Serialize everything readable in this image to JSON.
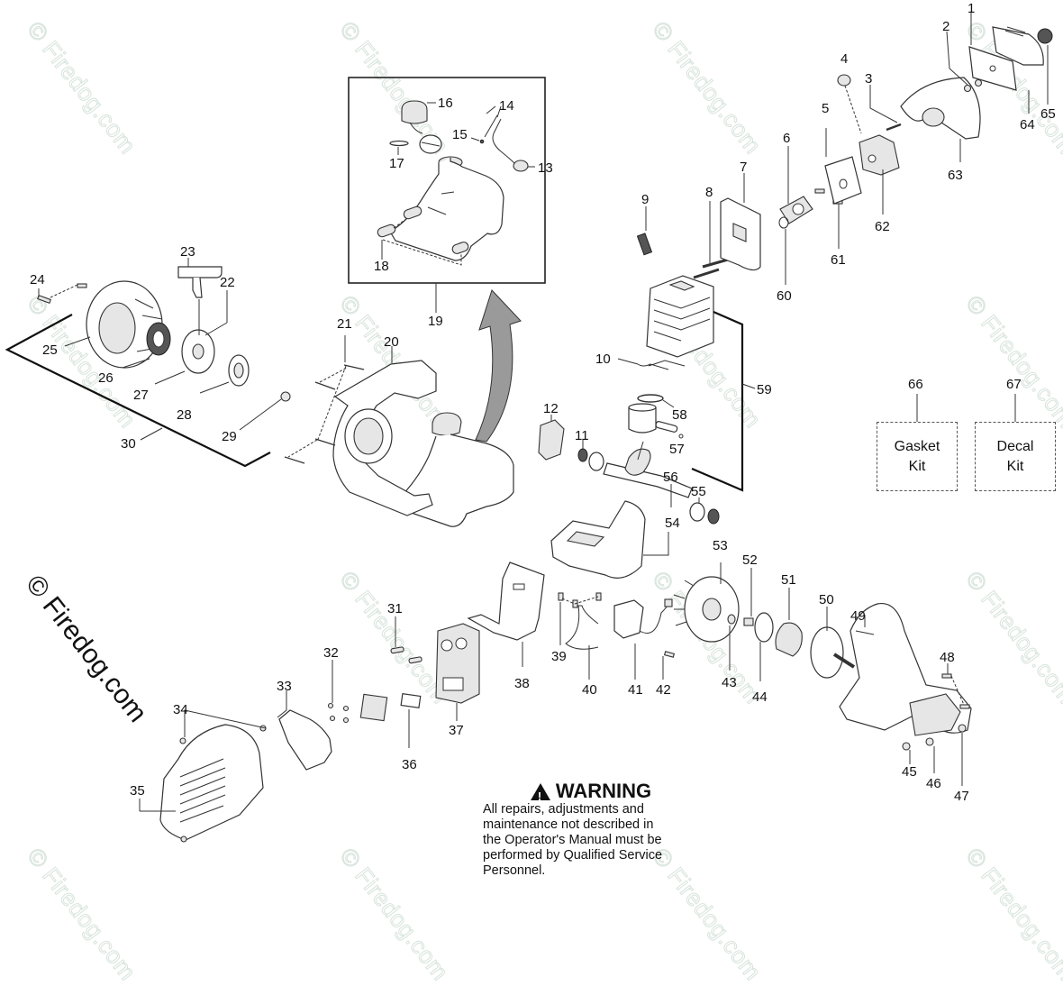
{
  "diagram": {
    "type": "exploded-parts-diagram",
    "watermark_text": "© Firedog.com",
    "inset_callout": "19",
    "kits": [
      {
        "number": "66",
        "line1": "Gasket",
        "line2": "Kit"
      },
      {
        "number": "67",
        "line1": "Decal",
        "line2": "Kit"
      }
    ],
    "warning": {
      "title": "WARNING",
      "lines": [
        "All repairs, adjustments and",
        "maintenance not described in",
        "the Operator's Manual must be",
        "performed by Qualified Service",
        "Personnel."
      ]
    },
    "callouts": [
      "1",
      "2",
      "3",
      "4",
      "5",
      "6",
      "7",
      "8",
      "9",
      "10",
      "11",
      "12",
      "13",
      "14",
      "15",
      "16",
      "17",
      "18",
      "19",
      "20",
      "21",
      "22",
      "23",
      "24",
      "25",
      "26",
      "27",
      "28",
      "29",
      "30",
      "31",
      "32",
      "33",
      "34",
      "35",
      "36",
      "37",
      "38",
      "39",
      "40",
      "41",
      "42",
      "43",
      "44",
      "45",
      "46",
      "47",
      "48",
      "49",
      "50",
      "51",
      "52",
      "53",
      "54",
      "55",
      "56",
      "57",
      "58",
      "59",
      "60",
      "61",
      "62",
      "63",
      "64",
      "65",
      "66",
      "67"
    ]
  }
}
